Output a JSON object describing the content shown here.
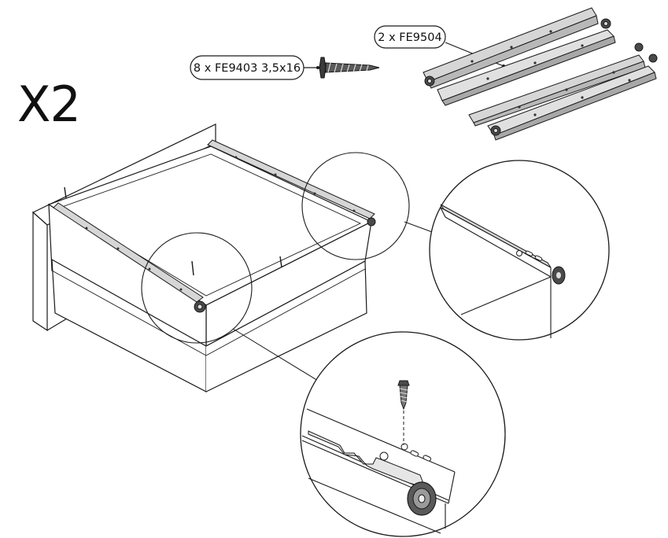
{
  "diagram": {
    "multiplier": "X2",
    "parts": [
      {
        "id": "screw",
        "label": "8 x FE9403 3,5x16"
      },
      {
        "id": "rail",
        "label": "2 x FE9504"
      }
    ]
  },
  "colors": {
    "line": "#1a1a1a",
    "part_fill": "#d4d4d4",
    "part_dark": "#4a4a4a",
    "background": "#ffffff"
  }
}
